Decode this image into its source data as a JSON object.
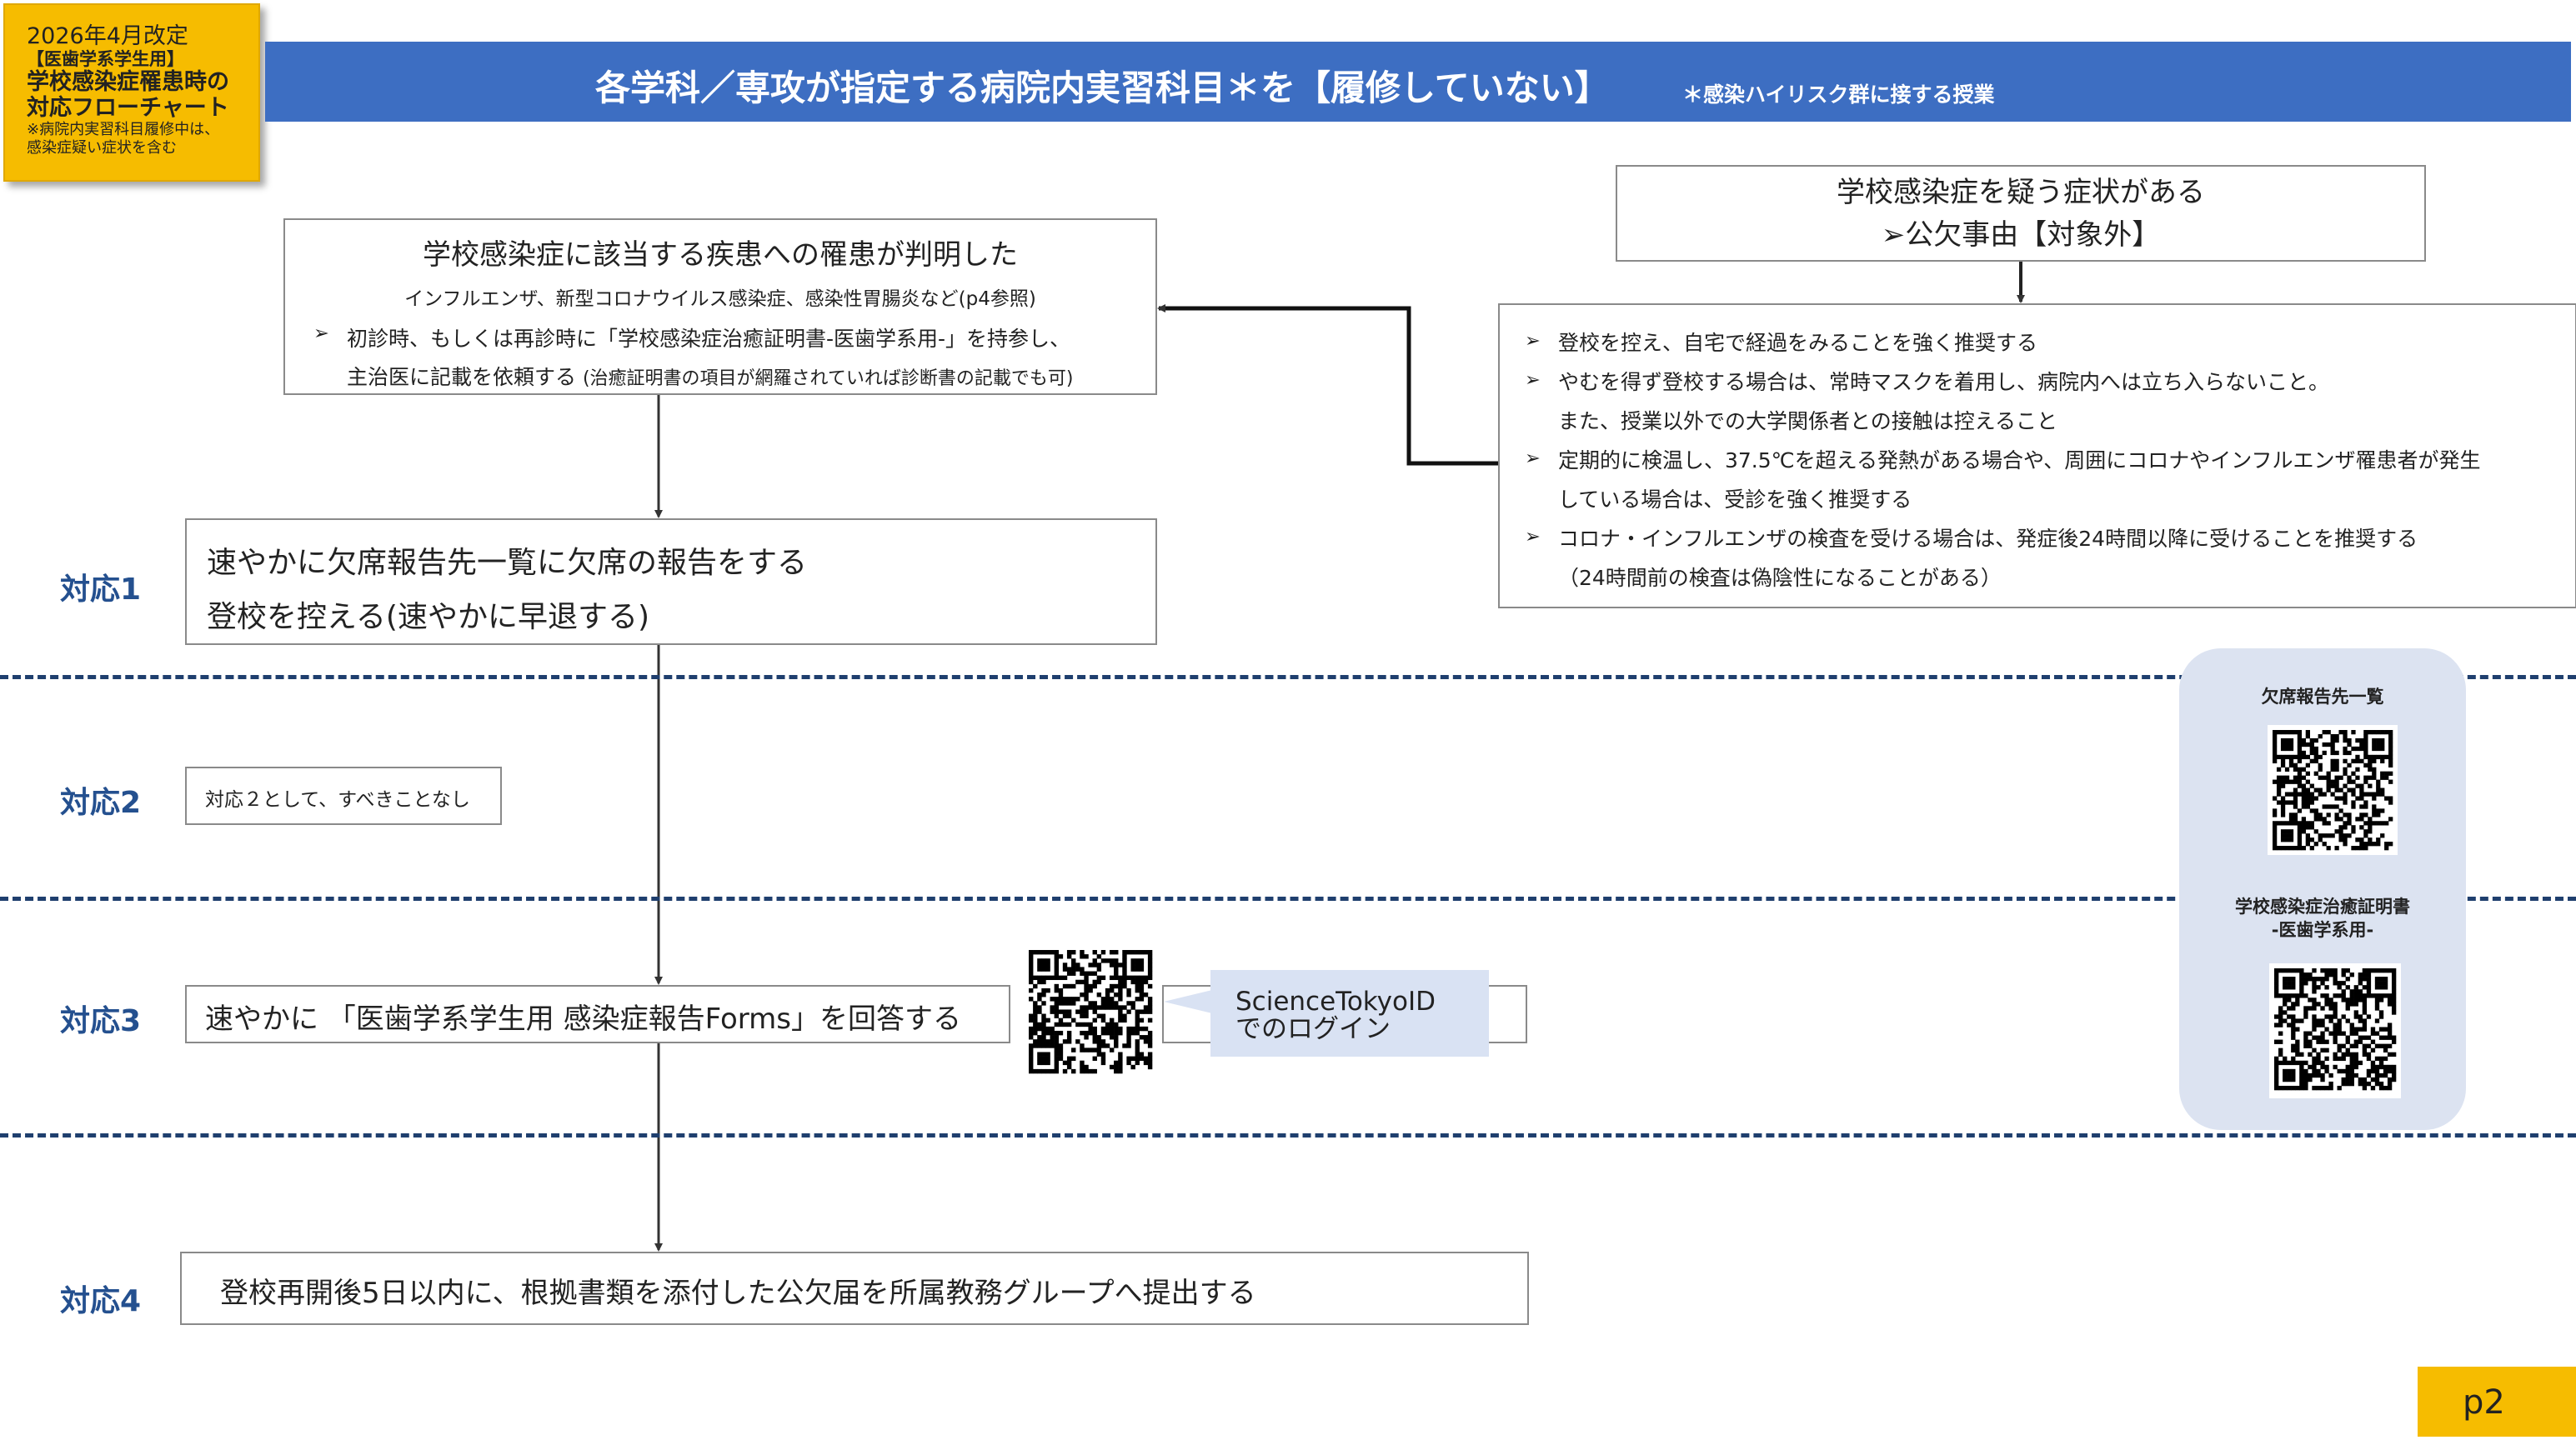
{
  "revision": {
    "line1": "2026年4月改定",
    "line2": "【医歯学系学生用】",
    "line3a": "学校感染症罹患時の",
    "line3b": "対応フローチャート",
    "note1": "※病院内実習科目履修中は、",
    "note2": "感染症疑い症状を含む"
  },
  "banner": {
    "title": "各学科／専攻が指定する病院内実習科目＊を【履修していない】",
    "note": "＊感染ハイリスク群に接する授業"
  },
  "illness_box": {
    "title": "学校感染症に該当する疾患への罹患が判明した",
    "examples": "インフルエンザ、新型コロナウイルス感染症、感染性胃腸炎など(p4参照)",
    "item_line1": "初診時、もしくは再診時に「学校感染症治癒証明書-医歯学系用-」を持参し、",
    "item_line2": "主治医に記載を依頼する",
    "item_line2_note": "(治癒証明書の項目が網羅されていれば診断書の記載でも可)"
  },
  "symptoms_box": {
    "line1": "学校感染症を疑う症状がある",
    "line2": "➢公欠事由【対象外】"
  },
  "advice_box": {
    "items": [
      "登校を控え、自宅で経過をみることを強く推奨する",
      "やむを得ず登校する場合は、常時マスクを着用し、病院内へは立ち入らないこと。",
      "また、授業以外での大学関係者との接触は控えること",
      "定期的に検温し、37.5℃を超える発熱がある場合や、周囲にコロナやインフルエンザ罹患者が発生",
      "している場合は、受診を強く推奨する",
      "コロナ・インフルエンザの検査を受ける場合は、発症後24時間以降に受けることを推奨する",
      "（24時間前の検査は偽陰性になることがある）"
    ]
  },
  "steps": [
    {
      "label": "対応1",
      "line1": "速やかに欠席報告先一覧に欠席の報告をする",
      "line2": "登校を控える(速やかに早退する)"
    },
    {
      "label": "対応2",
      "text": "対応２として、すべきことなし"
    },
    {
      "label": "対応3",
      "text": "速やかに 「医歯学系学生用 感染症報告Forms」を回答する"
    },
    {
      "label": "対応4",
      "text": "登校再開後5日以内に、根拠書類を添付した公欠届を所属教務グループへ提出する"
    }
  ],
  "login_callout": {
    "line1": "ScienceTokyoID",
    "line2": "でのログイン"
  },
  "side_panel": {
    "qr1_label": "欠席報告先一覧",
    "qr2_label1": "学校感染症治癒証明書",
    "qr2_label2": "-医歯学系用-"
  },
  "page": "p2",
  "colors": {
    "banner": "#3d6ec2",
    "accent_yellow": "#f6bc00",
    "step_label": "#24508f",
    "panel": "#dce3f1"
  }
}
